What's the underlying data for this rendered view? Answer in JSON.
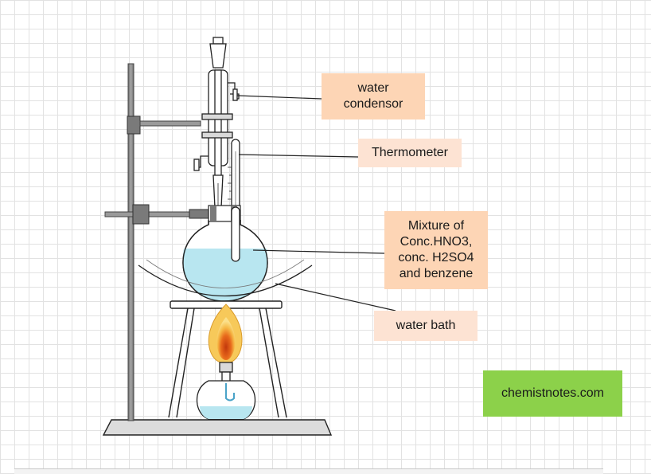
{
  "labels": {
    "water_condensor": "water\ncondensor",
    "thermometer": "Thermometer",
    "mixture": "Mixture of\nConc.HNO3,\nconc. H2SO4\nand benzene",
    "water_bath": "water bath",
    "website": "chemistnotes.com"
  },
  "colors": {
    "label_orange": "#fdd5b5",
    "label_pale": "#fde3d3",
    "website_green": "#8cd14a",
    "liquid": "#b8e6f0",
    "flame_outer": "#f7c95a",
    "flame_inner": "#d24a10",
    "stand_metal": "#8c8c8c"
  }
}
